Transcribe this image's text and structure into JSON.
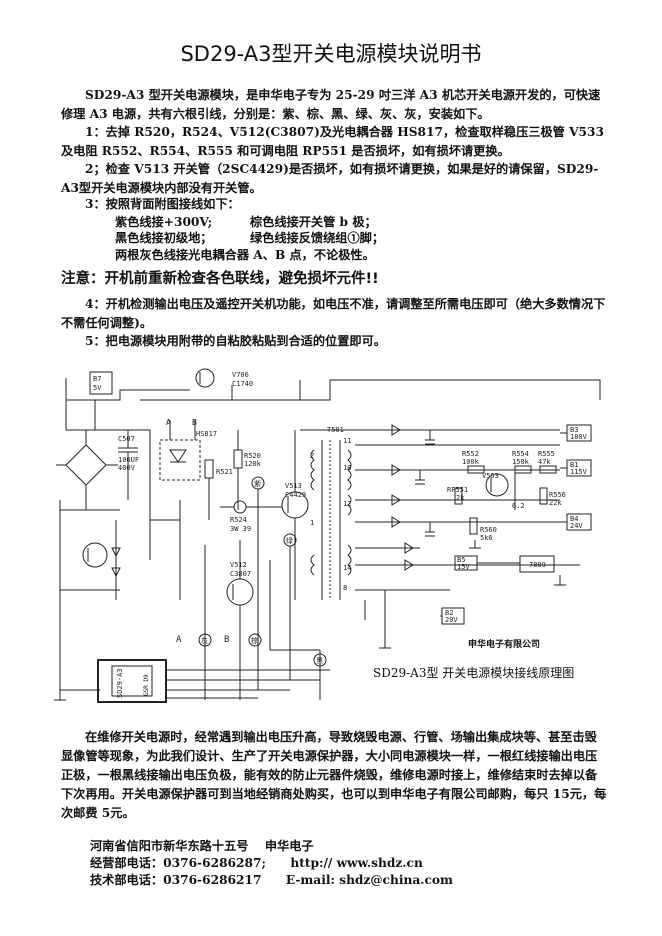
{
  "title": "SD29-A3型开关电源模块说明书",
  "intro": "SD29-A3 型开关电源模块，是申华电子专为 25-29 吋三洋 A3 机芯开关电源开发的，可快速修理 A3 电源，共有六根引线，分别是：紫、棕、黑、绿、灰、灰，安装如下。",
  "step1": "1：去掉 R520，R524、V512(C3807)及光电耦合器 HS817，检查取样稳压三极管 V533 及电阻 R552、R554、R555 和可调电阻 RP551 是否损坏，如有损坏请更换。",
  "step2": "2；检查 V513 开关管（2SC4429)是否损坏，如有损坏请更换，如果是好的请保留，SD29-A3型开关电源模块内部没有开关管。",
  "step3": "3：按照背面附图接线如下：",
  "wiring": {
    "purple": "紫色线接+300V;",
    "brown": "棕色线接开关管 b 极；",
    "black": "黑色线接初级地；",
    "green": "绿色线接反馈绕组①脚；",
    "gray": "两根灰色线接光电耦合器 A、B 点，不论极性。"
  },
  "notice": "注意：开机前重新检查各色联线，避免损坏元件!!",
  "step4": "4：开机检测输出电压及遥控开关机功能，如电压不准，请调整至所需电压即可（绝大多数情况下不需任何调整)。",
  "step5": "5：把电源模块用附带的自粘胶粘贴到合适的位置即可。",
  "diagram": {
    "caption": "SD29-A3型 开关电源模块接线原理图",
    "company_label": "申华电子有限公司",
    "labels": {
      "b7": "B7",
      "b7v": "5V",
      "v706": "V706",
      "c1740": "C1740",
      "a": "A",
      "b": "B",
      "hs817": "HS817",
      "c507": "C507",
      "c507v1": "100UF",
      "c507v2": "400V",
      "r520": "R520",
      "r520v": "120k",
      "r521": "R521",
      "purple": "紫",
      "v513": "V513",
      "c4429": "C4429",
      "r524": "R524",
      "r524v": "3W 39",
      "green": "绿",
      "v512": "V512",
      "c3807": "C3807",
      "t501": "T501",
      "w11": "11",
      "w10": "10",
      "w2": "2",
      "w12": "12",
      "w1": "1",
      "w14": "14",
      "w8": "8",
      "r552": "R552",
      "r552v": "100k",
      "v553": "V553",
      "r554": "R554",
      "r554v": "150k",
      "r555": "R555",
      "r555v": "47k",
      "rp551": "RP551",
      "rp551v": "2k",
      "r556": "R556",
      "r556v": "22k",
      "v62": "6.2",
      "r560": "R560",
      "r560v": "5k6",
      "b3": "B3",
      "b3v": "180V",
      "b1": "B1",
      "b1v": "115V",
      "b4": "B4",
      "b4v": "24V",
      "b5": "B5",
      "b5v": "15V",
      "ic7809": "7809",
      "b2": "B2",
      "b2v": "20V",
      "a2": "A",
      "b2l": "B",
      "gray1": "灰",
      "gray2": "棕",
      "black": "黑",
      "module_name": "SD29-A3",
      "module_sub": "GSR D9"
    }
  },
  "closing": "在维修开关电源时，经常遇到输出电压升高，导致烧毁电源、行管、场输出集成块等、甚至击毁显像管等现象，为此我们设计、生产了开关电源保护器，大小同电源模块一样，一根红线接输出电压正极，一根黑线接输出电压负极，能有效的防止元器件烧毁，维修电源时接上，维修结束时去掉以备下次再用。开关电源保护器可到当地经销商处购买，也可以到申华电子有限公司邮购，每只 15元，每次邮费 5元。",
  "contact": {
    "address": "河南省信阳市新华东路十五号　 申华电子",
    "sales": "经营部电话：0376-6286287;　　http:// www.shdz.cn",
    "tech": "技术部电话：0376-6286217　　E-mail: shdz@china.com"
  }
}
